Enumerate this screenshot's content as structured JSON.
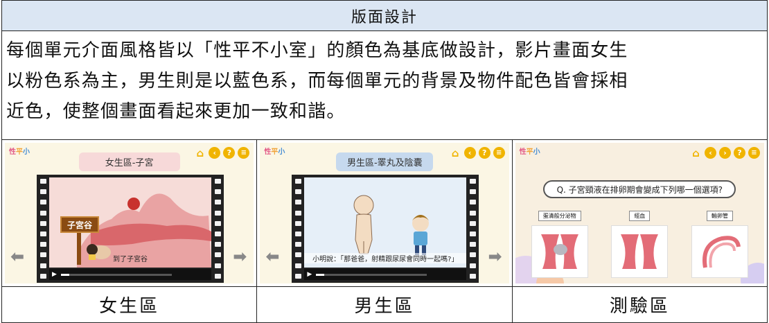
{
  "table": {
    "title": "版面設計",
    "description_lines": [
      "每個單元介面風格皆以「性平不小室」的顏色為基底做設計，影片畫面女生",
      "以粉色系為主，男生則是以藍色系，而每個單元的背景及物件配色皆會採相",
      "近色，使整個畫面看起來更加一致和諧。"
    ],
    "labels": [
      "女生區",
      "男生區",
      "測驗區"
    ]
  },
  "screenshots": {
    "female": {
      "title": "女生區-子宮",
      "sign_text": "子宮谷",
      "subtitle": "到了子宮谷"
    },
    "male": {
      "title": "男生區-睪丸及陰囊",
      "subtitle": "小明說：「那爸爸，射精跟尿尿會同時一起嗎?」"
    },
    "quiz": {
      "question": "Q. 子宮頸液在排卵期會變成下列哪一個選項?",
      "options": [
        "蛋清般分泌物",
        "經血",
        "輸卵管"
      ]
    }
  },
  "colors": {
    "header_bg": "#dbe6f3",
    "female_accent": "#f7d9d9",
    "male_accent": "#c6d9ee",
    "nav_yellow": "#f0b400"
  },
  "icons": {
    "home": "⌂",
    "back": "‹",
    "next": "›",
    "help": "?",
    "menu": "≡",
    "arrow_left": "⬅",
    "arrow_right": "➡",
    "play": "▶"
  }
}
